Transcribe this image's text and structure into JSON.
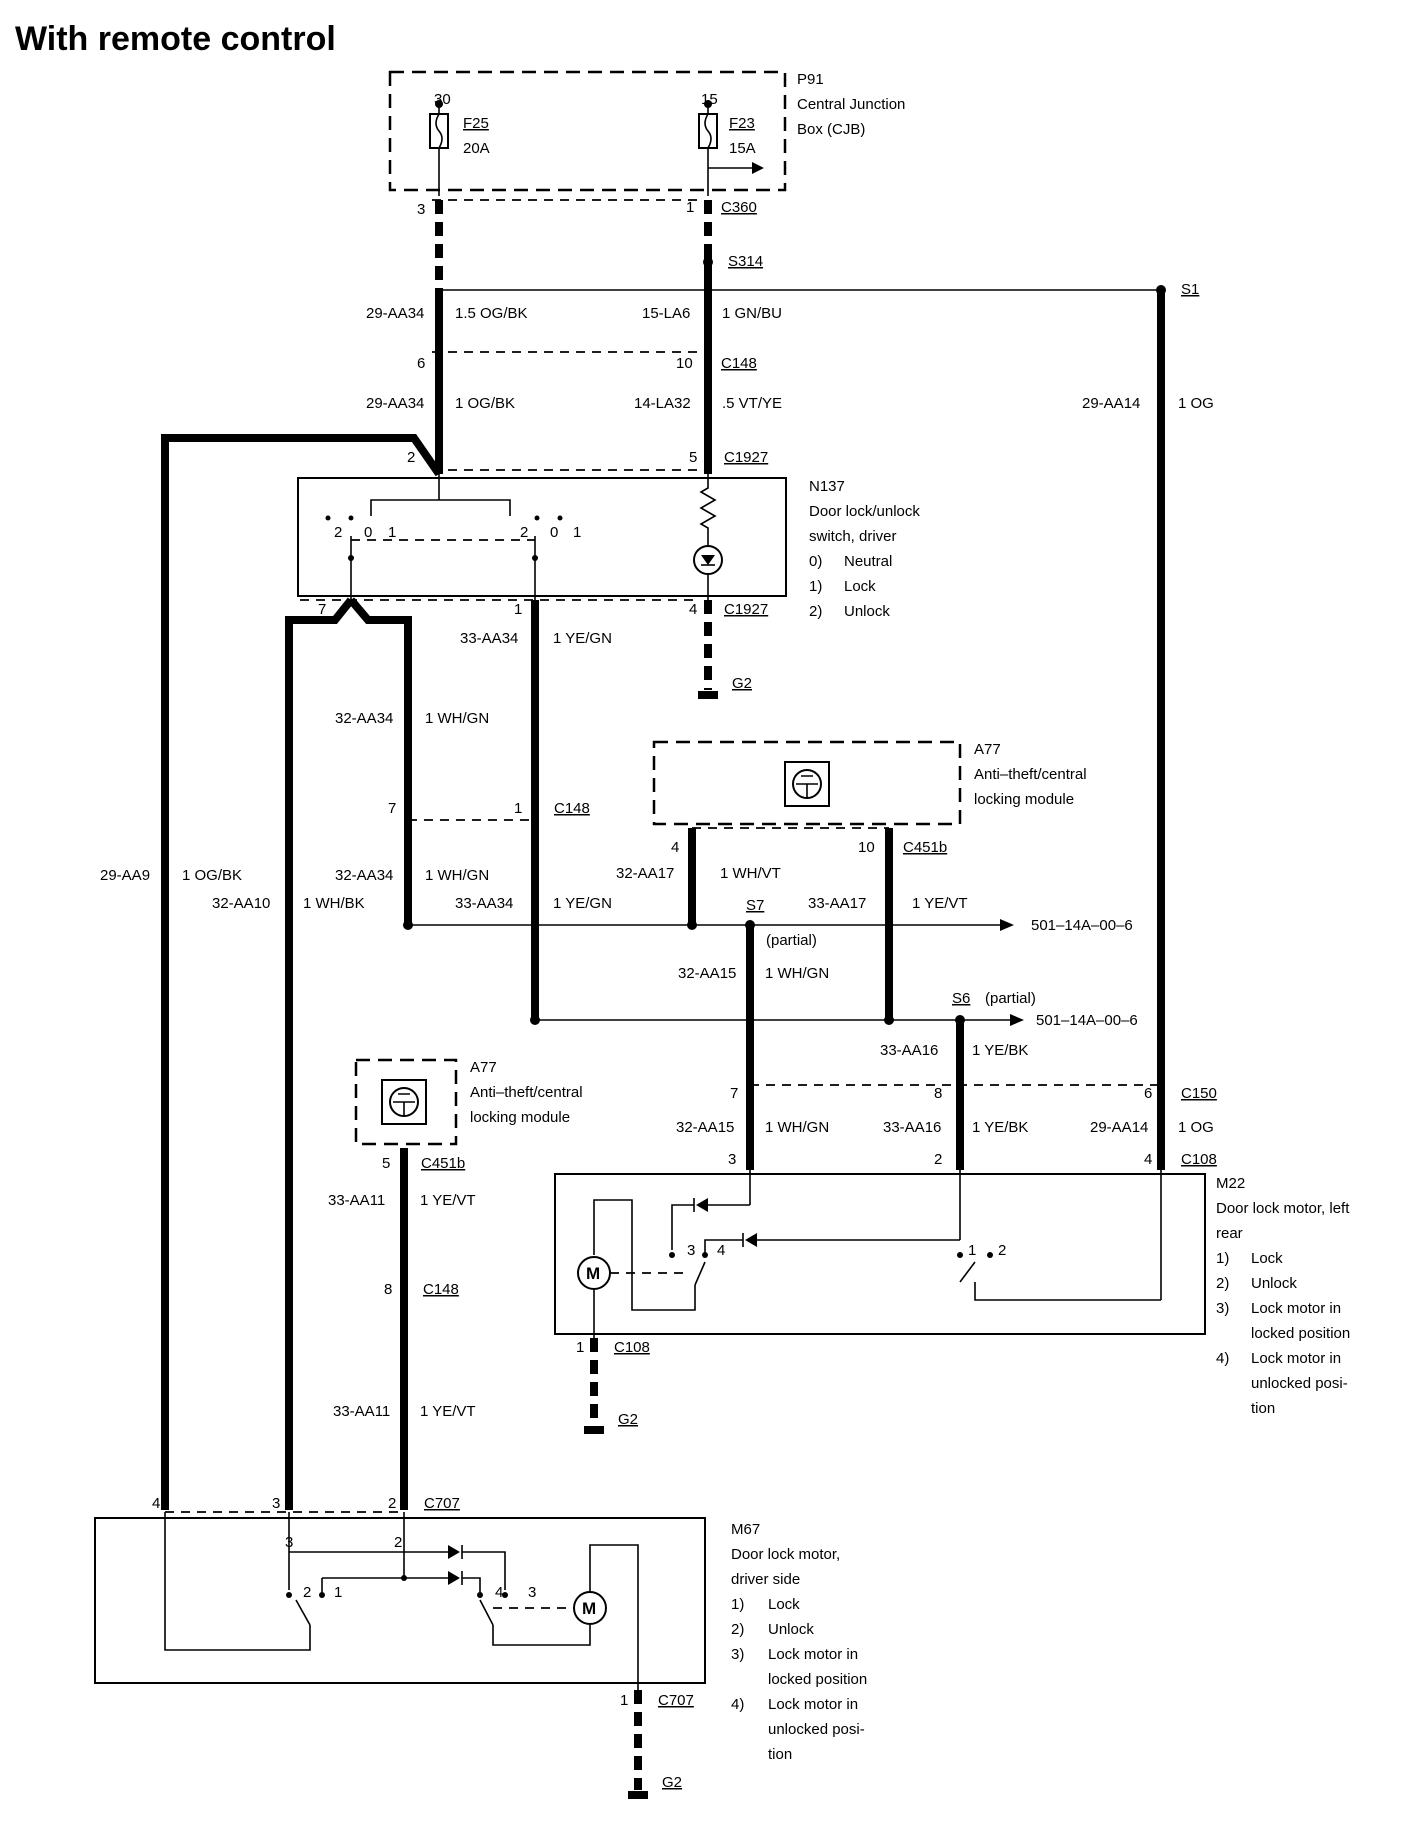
{
  "title": "With remote control",
  "cjb": {
    "ref": "P91",
    "name_line1": "Central Junction",
    "name_line2": "Box (CJB)",
    "fuse_left": {
      "terminal": "30",
      "name": "F25",
      "rating": "20A"
    },
    "fuse_right": {
      "terminal": "15",
      "name": "F23",
      "rating": "15A"
    }
  },
  "connectors": {
    "c360": "C360",
    "s314": "S314",
    "s1": "S1",
    "c148": "C148",
    "c1927": "C1927",
    "c451b": "C451b",
    "s7": "S7",
    "s6": "S6",
    "c150": "C150",
    "c108": "C108",
    "c707": "C707",
    "g2": "G2",
    "partial": "(partial)",
    "ref_501": "501–14A–00–6",
    "ref_501b": "501–14A–00–6"
  },
  "pins": {
    "c360_left": "3",
    "c360_right": "1",
    "c148_left": "6",
    "c148_right": "10",
    "c1927_left": "2",
    "c1927_right": "5",
    "n137_p7": "7",
    "n137_p1": "1",
    "n137_p4": "4",
    "c148b_left": "7",
    "c148b_right": "1",
    "a77_p4": "4",
    "a77_p10": "10",
    "c150_p7": "7",
    "c150_p8": "8",
    "c150_p6": "6",
    "c108_p3": "3",
    "c108_p2": "2",
    "c108_p4": "4",
    "c108_p1": "1",
    "a77b_p5": "5",
    "c148c_p8": "8",
    "c707_p4": "4",
    "c707_p3": "3",
    "c707_p2": "2",
    "c707_p1": "1"
  },
  "wires": {
    "w_29aa34a": "29-AA34",
    "w_29aa34a_c": "1.5 OG/BK",
    "w_15la6": "15-LA6",
    "w_15la6_c": "1 GN/BU",
    "w_29aa34b": "29-AA34",
    "w_29aa34b_c": "1 OG/BK",
    "w_14la32": "14-LA32",
    "w_14la32_c": ".5 VT/YE",
    "w_29aa14": "29-AA14",
    "w_29aa14_c": "1 OG",
    "w_33aa34a": "33-AA34",
    "w_33aa34a_c": "1 YE/GN",
    "w_32aa34a": "32-AA34",
    "w_32aa34a_c": "1 WH/GN",
    "w_29aa9": "29-AA9",
    "w_29aa9_c": "1 OG/BK",
    "w_32aa10": "32-AA10",
    "w_32aa10_c": "1 WH/BK",
    "w_32aa34b": "32-AA34",
    "w_32aa34b_c": "1 WH/GN",
    "w_33aa34b": "33-AA34",
    "w_33aa34b_c": "1 YE/GN",
    "w_32aa17": "32-AA17",
    "w_32aa17_c": "1 WH/VT",
    "w_33aa17": "33-AA17",
    "w_33aa17_c": "1 YE/VT",
    "w_32aa15a": "32-AA15",
    "w_32aa15a_c": "1 WH/GN",
    "w_33aa16a": "33-AA16",
    "w_33aa16a_c": "1 YE/BK",
    "w_32aa15b": "32-AA15",
    "w_32aa15b_c": "1 WH/GN",
    "w_33aa16b": "33-AA16",
    "w_33aa16b_c": "1 YE/BK",
    "w_29aa14b": "29-AA14",
    "w_29aa14b_c": "1 OG",
    "w_33aa11a": "33-AA11",
    "w_33aa11a_c": "1 YE/VT",
    "w_33aa11b": "33-AA11",
    "w_33aa11b_c": "1 YE/VT"
  },
  "n137": {
    "ref": "N137",
    "line1": "Door lock/unlock",
    "line2": "switch, driver",
    "states": [
      {
        "num": "0)",
        "text": "Neutral"
      },
      {
        "num": "1)",
        "text": "Lock"
      },
      {
        "num": "2)",
        "text": "Unlock"
      }
    ],
    "sw_left": {
      "a": "2",
      "b": "0",
      "c": "1"
    },
    "sw_right": {
      "a": "2",
      "b": "0",
      "c": "1"
    }
  },
  "a77_top": {
    "ref": "A77",
    "line1": "Anti–theft/central",
    "line2": "locking module"
  },
  "a77_bottom": {
    "ref": "A77",
    "line1": "Anti–theft/central",
    "line2": "locking module"
  },
  "m22": {
    "ref": "M22",
    "line1": "Door lock motor, left",
    "line2": "rear",
    "items": [
      {
        "num": "1)",
        "l1": "Lock",
        "l2": ""
      },
      {
        "num": "2)",
        "l1": "Unlock",
        "l2": ""
      },
      {
        "num": "3)",
        "l1": "Lock motor in",
        "l2": "locked position"
      },
      {
        "num": "4)",
        "l1": "Lock motor in",
        "l2": "unlocked posi-",
        "l3": "tion"
      }
    ],
    "sw": {
      "p3": "3",
      "p4": "4",
      "p1": "1",
      "p2": "2"
    },
    "motor": "M"
  },
  "m67": {
    "ref": "M67",
    "line1": "Door lock motor,",
    "line2": "driver side",
    "items": [
      {
        "num": "1)",
        "l1": "Lock",
        "l2": ""
      },
      {
        "num": "2)",
        "l1": "Unlock",
        "l2": ""
      },
      {
        "num": "3)",
        "l1": "Lock motor in",
        "l2": "locked position"
      },
      {
        "num": "4)",
        "l1": "Lock motor in",
        "l2": "unlocked posi-",
        "l3": "tion"
      }
    ],
    "sw": {
      "p3": "3",
      "p2": "2",
      "p2b": "2",
      "p1": "1",
      "p4": "4",
      "p3b": "3"
    },
    "motor": "M"
  }
}
